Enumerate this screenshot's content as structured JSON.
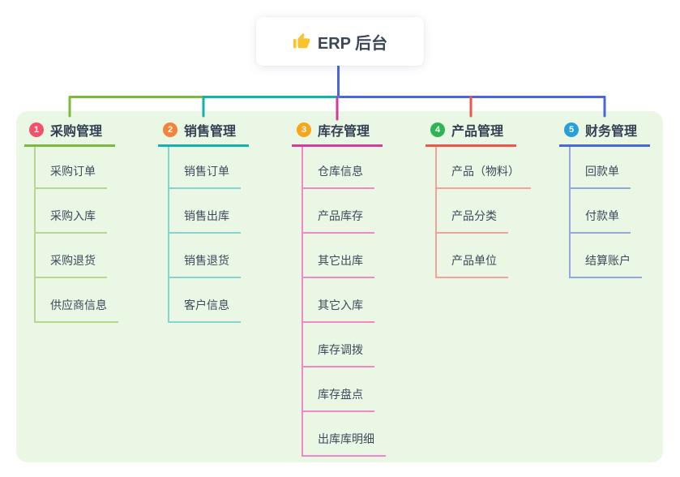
{
  "root": {
    "icon": "thumbs-up",
    "label": "ERP 后台",
    "stem_color": "#4a68d4"
  },
  "panel": {
    "bg_color": "#ebf7e5"
  },
  "branches": [
    {
      "num": "1",
      "label": "采购管理",
      "badge_color": "#f4516c",
      "line_color": "#7cb93f",
      "child_line_color": "#b5d78f",
      "children": [
        "采购订单",
        "采购入库",
        "采购退货",
        "供应商信息"
      ]
    },
    {
      "num": "2",
      "label": "销售管理",
      "badge_color": "#f5823a",
      "line_color": "#11b3ae",
      "child_line_color": "#83d6cf",
      "children": [
        "销售订单",
        "销售出库",
        "销售退货",
        "客户信息"
      ]
    },
    {
      "num": "3",
      "label": "库存管理",
      "badge_color": "#f7a61c",
      "line_color": "#d23ba0",
      "child_line_color": "#f286c6",
      "children": [
        "仓库信息",
        "产品库存",
        "其它出库",
        "其它入库",
        "库存调拨",
        "库存盘点",
        "出库库明细"
      ]
    },
    {
      "num": "4",
      "label": "产品管理",
      "badge_color": "#2db551",
      "line_color": "#f0544e",
      "child_line_color": "#f7a099",
      "children": [
        "产品（物料）",
        "产品分类",
        "产品单位"
      ]
    },
    {
      "num": "5",
      "label": "财务管理",
      "badge_color": "#27a0da",
      "line_color": "#4a68d4",
      "child_line_color": "#93a8de",
      "children": [
        "回款单",
        "付款单",
        "结算账户"
      ]
    }
  ]
}
